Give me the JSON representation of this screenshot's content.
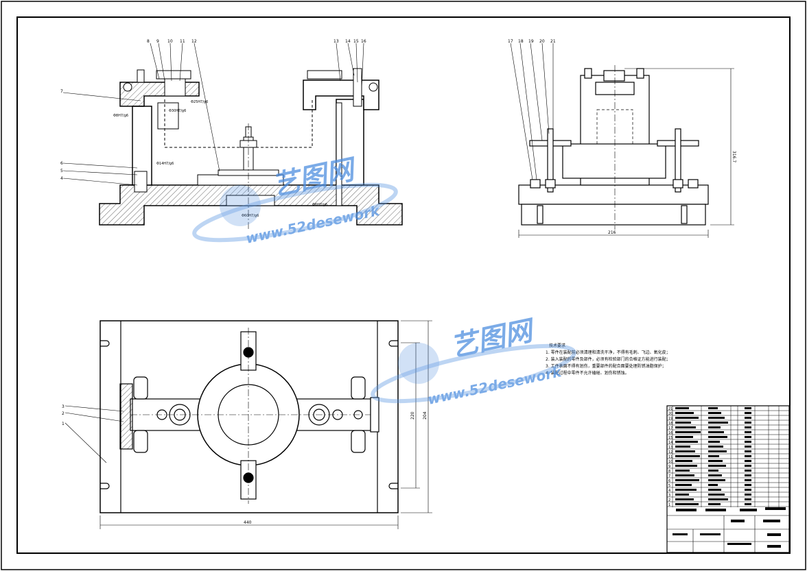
{
  "front_view": {
    "balloons": [
      "8",
      "9",
      "10",
      "11",
      "12",
      "13",
      "14",
      "15",
      "16",
      "7",
      "6",
      "5",
      "4"
    ],
    "fits": [
      "Φ25H7/g6",
      "Φ30H7/g6",
      "Φ8H7/g6",
      "Φ14H7/g6",
      "Φ60H7/g6",
      "Φ6H7/g6"
    ]
  },
  "side_view": {
    "balloons": [
      "17",
      "18",
      "19",
      "20",
      "21"
    ],
    "dims": [
      "316.7",
      "216"
    ]
  },
  "top_view": {
    "balloons": [
      "3",
      "2",
      "1"
    ],
    "dims": [
      "440",
      "204",
      "220"
    ]
  },
  "watermark": {
    "brand": "艺图网",
    "site": "www.52desework",
    "brand_color": "#4f8fe0"
  },
  "tech_requirements": {
    "title": "技术要求",
    "items": [
      "1. 零件在装配前必须清理和清洗干净，不得有毛刺、飞边、氧化皮；",
      "2. 装入装配的零件及部件，必须有检验部门的合格证方能进行装配；",
      "3. 工件表面不得有划伤，重要部件的配合面要处理防锈油脂保护；",
      "4. 装配过程中零件不允许磕碰、划伤和锈蚀。"
    ]
  },
  "bom": {
    "row_numbers": [
      "21",
      "20",
      "19",
      "18",
      "17",
      "16",
      "15",
      "14",
      "13",
      "12",
      "11",
      "10",
      "9",
      "8",
      "7",
      "6",
      "5",
      "4",
      "3",
      "2",
      "1"
    ]
  }
}
